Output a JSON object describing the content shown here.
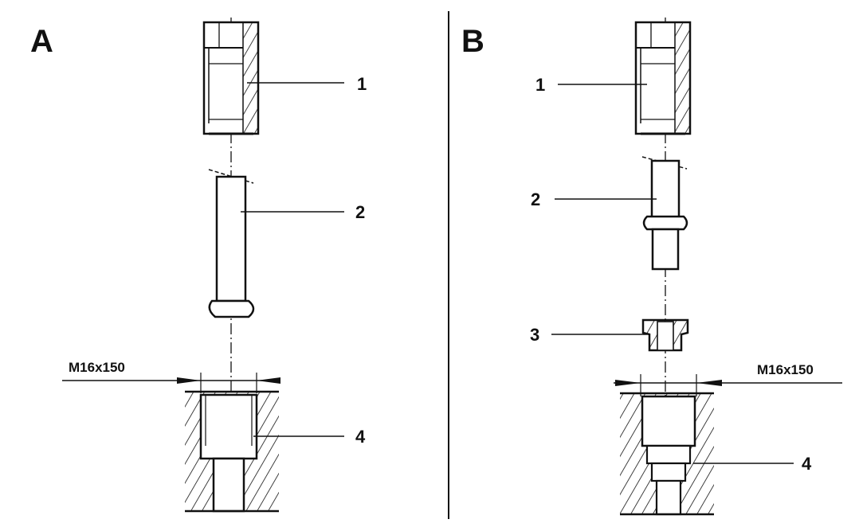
{
  "panels": {
    "a": {
      "letter": "A",
      "callouts": {
        "c1": "1",
        "c2": "2",
        "c4": "4"
      },
      "thread_spec": "M16x150"
    },
    "b": {
      "letter": "B",
      "callouts": {
        "c1": "1",
        "c2": "2",
        "c3": "3",
        "c4": "4"
      },
      "thread_spec": "M16x150"
    }
  },
  "colors": {
    "ink": "#111111",
    "background": "#ffffff"
  }
}
